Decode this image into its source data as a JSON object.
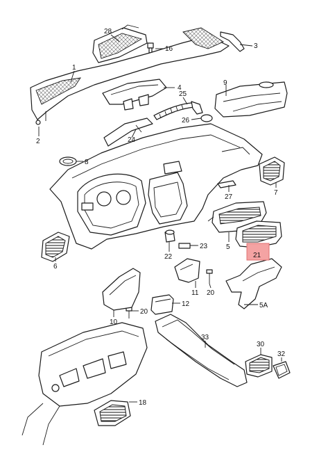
{
  "callouts": {
    "c1": "1",
    "c2": "2",
    "c3": "3",
    "c4": "4",
    "c5": "5",
    "c5a": "5A",
    "c6": "6",
    "c7": "7",
    "c8": "8",
    "c9": "9",
    "c10": "10",
    "c11": "11",
    "c12": "12",
    "c16": "16",
    "c18": "18",
    "c20a": "20",
    "c20b": "20",
    "c21": "21",
    "c22": "22",
    "c23": "23",
    "c24": "24",
    "c25": "25",
    "c26": "26",
    "c27": "27",
    "c28": "28",
    "c30": "30",
    "c32": "32",
    "c33": "33"
  },
  "highlight": {
    "callout": "21",
    "color": "#f4a3a3"
  }
}
